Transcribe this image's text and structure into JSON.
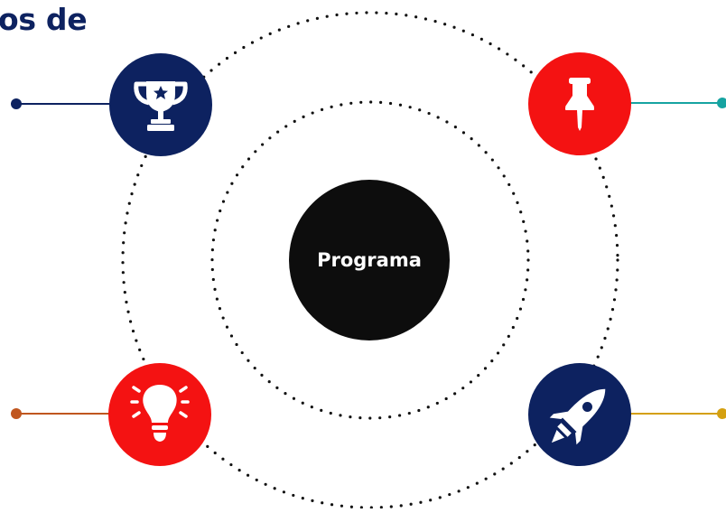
{
  "title": "os de",
  "center": {
    "label": "Programa"
  },
  "colors": {
    "navy": "#0d2260",
    "red": "#f41212",
    "black": "#0d0d0d",
    "teal": "#16a3a1",
    "orange": "#c0561f",
    "gold": "#d4a010",
    "dots": "#111111"
  },
  "nodes": [
    {
      "name": "trophy-node",
      "icon": "trophy-icon",
      "color": "navy",
      "connector_color": "navy"
    },
    {
      "name": "pushpin-node",
      "icon": "pushpin-icon",
      "color": "red",
      "connector_color": "teal"
    },
    {
      "name": "lightbulb-node",
      "icon": "lightbulb-icon",
      "color": "red",
      "connector_color": "orange"
    },
    {
      "name": "rocket-node",
      "icon": "rocket-icon",
      "color": "navy",
      "connector_color": "gold"
    }
  ]
}
